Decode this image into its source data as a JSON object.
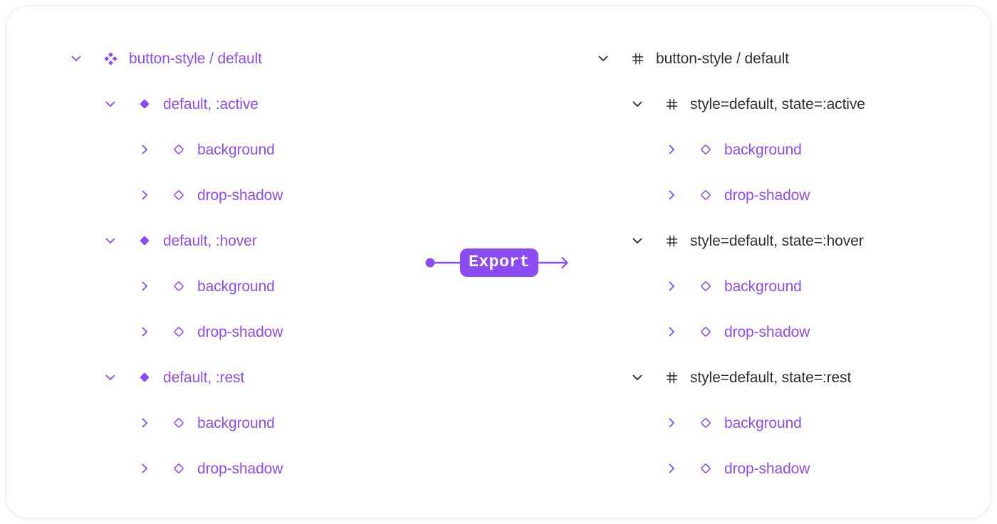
{
  "colors": {
    "purple": "#8B4DF2",
    "dark": "#2C2F33",
    "card_border": "#E8EAED",
    "card_bg": "#ffffff"
  },
  "export": {
    "label": "Export"
  },
  "left_tree": {
    "nodes": [
      {
        "label": "button-style / default",
        "level": 0,
        "chevron": "chevron-down",
        "icon": "component",
        "color": "purple"
      },
      {
        "label": "default, :active",
        "level": 1,
        "chevron": "chevron-down",
        "icon": "variant-diamond",
        "color": "purple"
      },
      {
        "label": "background",
        "level": 2,
        "chevron": "chevron-right",
        "icon": "diamond-outline",
        "color": "purple"
      },
      {
        "label": "drop-shadow",
        "level": 2,
        "chevron": "chevron-right",
        "icon": "diamond-outline",
        "color": "purple"
      },
      {
        "label": "default, :hover",
        "level": 1,
        "chevron": "chevron-down",
        "icon": "variant-diamond",
        "color": "purple"
      },
      {
        "label": "background",
        "level": 2,
        "chevron": "chevron-right",
        "icon": "diamond-outline",
        "color": "purple"
      },
      {
        "label": "drop-shadow",
        "level": 2,
        "chevron": "chevron-right",
        "icon": "diamond-outline",
        "color": "purple"
      },
      {
        "label": "default, :rest",
        "level": 1,
        "chevron": "chevron-down",
        "icon": "variant-diamond",
        "color": "purple"
      },
      {
        "label": "background",
        "level": 2,
        "chevron": "chevron-right",
        "icon": "diamond-outline",
        "color": "purple"
      },
      {
        "label": "drop-shadow",
        "level": 2,
        "chevron": "chevron-right",
        "icon": "diamond-outline",
        "color": "purple"
      }
    ]
  },
  "right_tree": {
    "nodes": [
      {
        "label": "button-style / default",
        "level": 0,
        "chevron": "chevron-down",
        "icon": "frame",
        "color": "dark"
      },
      {
        "label": "style=default, state=:active",
        "level": 1,
        "chevron": "chevron-down",
        "icon": "frame",
        "color": "dark"
      },
      {
        "label": "background",
        "level": 2,
        "chevron": "chevron-right",
        "icon": "diamond-outline",
        "color": "purple"
      },
      {
        "label": "drop-shadow",
        "level": 2,
        "chevron": "chevron-right",
        "icon": "diamond-outline",
        "color": "purple"
      },
      {
        "label": "style=default, state=:hover",
        "level": 1,
        "chevron": "chevron-down",
        "icon": "frame",
        "color": "dark"
      },
      {
        "label": "background",
        "level": 2,
        "chevron": "chevron-right",
        "icon": "diamond-outline",
        "color": "purple"
      },
      {
        "label": "drop-shadow",
        "level": 2,
        "chevron": "chevron-right",
        "icon": "diamond-outline",
        "color": "purple"
      },
      {
        "label": "style=default, state=:rest",
        "level": 1,
        "chevron": "chevron-down",
        "icon": "frame",
        "color": "dark"
      },
      {
        "label": "background",
        "level": 2,
        "chevron": "chevron-right",
        "icon": "diamond-outline",
        "color": "purple"
      },
      {
        "label": "drop-shadow",
        "level": 2,
        "chevron": "chevron-right",
        "icon": "diamond-outline",
        "color": "purple"
      }
    ]
  }
}
